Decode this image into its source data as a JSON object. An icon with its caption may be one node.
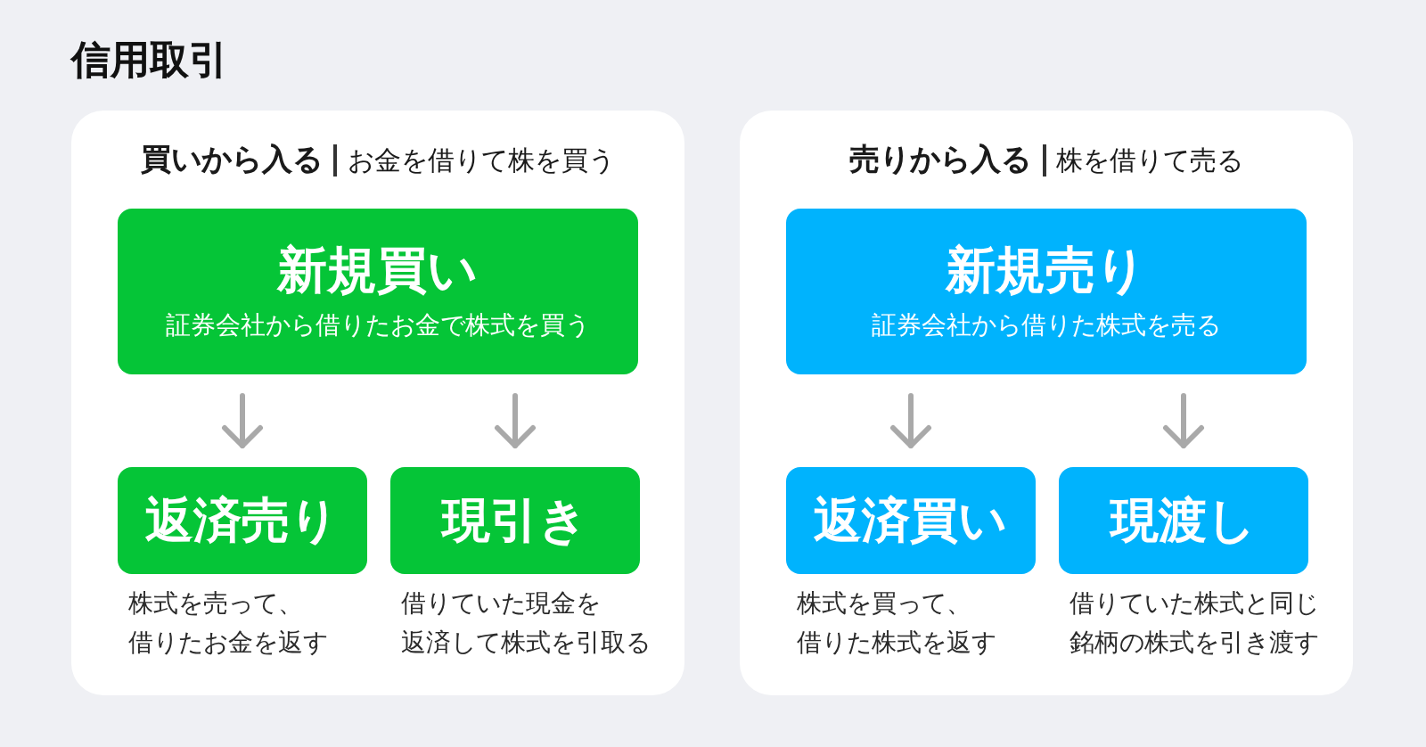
{
  "diagram": {
    "title": "信用取引",
    "nodes": [
      {
        "text": [
          "買いから入る",
          "お金を借りて株を買う"
        ]
      },
      {
        "text": [
          "新規買い",
          "証券会社から借りたお金で株式を買う"
        ],
        "in": 0
      },
      {
        "text": [
          "返済売り"
        ],
        "in": 0,
        "beside": [
          "株式を売って、借りたお金を返す"
        ]
      },
      {
        "text": [
          "現引き"
        ],
        "in": 0,
        "beside": [
          "借りていた現金を返済して株式を引取る"
        ]
      },
      {
        "text": [
          "売りから入る",
          "株を借りて売る"
        ]
      },
      {
        "text": [
          "新規売り",
          "証券会社から借りた株式を売る"
        ],
        "in": 4
      },
      {
        "text": [
          "返済買い"
        ],
        "in": 4,
        "beside": [
          "株式を買って、借りた株式を返す"
        ]
      },
      {
        "text": [
          "現渡し"
        ],
        "in": 4,
        "beside": [
          "借りていた株式と同じ銘柄の株式を引き渡す"
        ]
      }
    ],
    "edges": [
      {
        "from": 1,
        "to": 2,
        "arrow": "to"
      },
      {
        "from": 1,
        "to": 3,
        "arrow": "to"
      },
      {
        "from": 5,
        "to": 6,
        "arrow": "to"
      },
      {
        "from": 5,
        "to": 7,
        "arrow": "to"
      }
    ]
  }
}
